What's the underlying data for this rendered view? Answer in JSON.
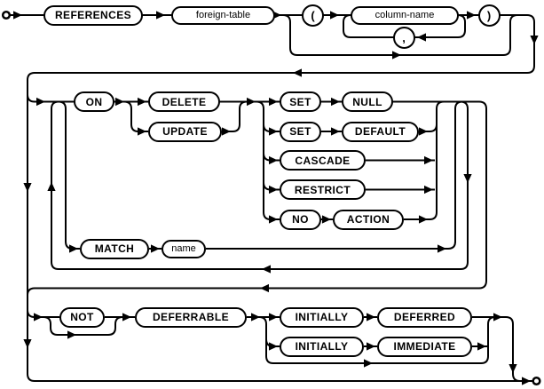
{
  "diagram": {
    "type": "railroad-syntax-diagram",
    "background": "#ffffff",
    "line_color": "#000000",
    "node_fill": "#ffffff",
    "keywords": {
      "references": "REFERENCES",
      "on": "ON",
      "delete": "DELETE",
      "update": "UPDATE",
      "set_1": "SET",
      "null": "NULL",
      "set_2": "SET",
      "default": "DEFAULT",
      "cascade": "CASCADE",
      "restrict": "RESTRICT",
      "no": "NO",
      "action": "ACTION",
      "match": "MATCH",
      "not": "NOT",
      "deferrable": "DEFERRABLE",
      "initially_1": "INITIALLY",
      "deferred": "DEFERRED",
      "initially_2": "INITIALLY",
      "immediate": "IMMEDIATE"
    },
    "nonterminals": {
      "foreign_table": "foreign-table",
      "column_name": "column-name",
      "name": "name"
    },
    "punctuation": {
      "open_paren": "(",
      "comma": ",",
      "close_paren": ")"
    }
  }
}
